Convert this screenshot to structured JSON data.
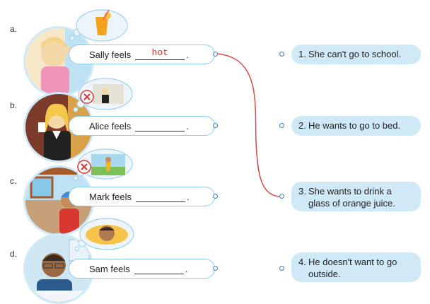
{
  "items": [
    {
      "letter": "a.",
      "prefix": "Sally feels",
      "answer": "hot"
    },
    {
      "letter": "b.",
      "prefix": "Alice feels",
      "answer": ""
    },
    {
      "letter": "c.",
      "prefix": "Mark feels",
      "answer": ""
    },
    {
      "letter": "d.",
      "prefix": "Sam feels",
      "answer": ""
    }
  ],
  "options": [
    {
      "num": "1.",
      "text": "She can't go to school."
    },
    {
      "num": "2.",
      "text": "He wants to go to bed."
    },
    {
      "num": "3.",
      "line1": "She wants to drink a",
      "line2": "glass of orange juice."
    },
    {
      "num": "4.",
      "line1": "He doesn't want to go",
      "line2": "outside."
    }
  ],
  "colors": {
    "pill_border": "#8ccbe8",
    "option_bg": "#cfe9f7",
    "answer_text": "#d0342c",
    "connector": "#d84a4a"
  }
}
